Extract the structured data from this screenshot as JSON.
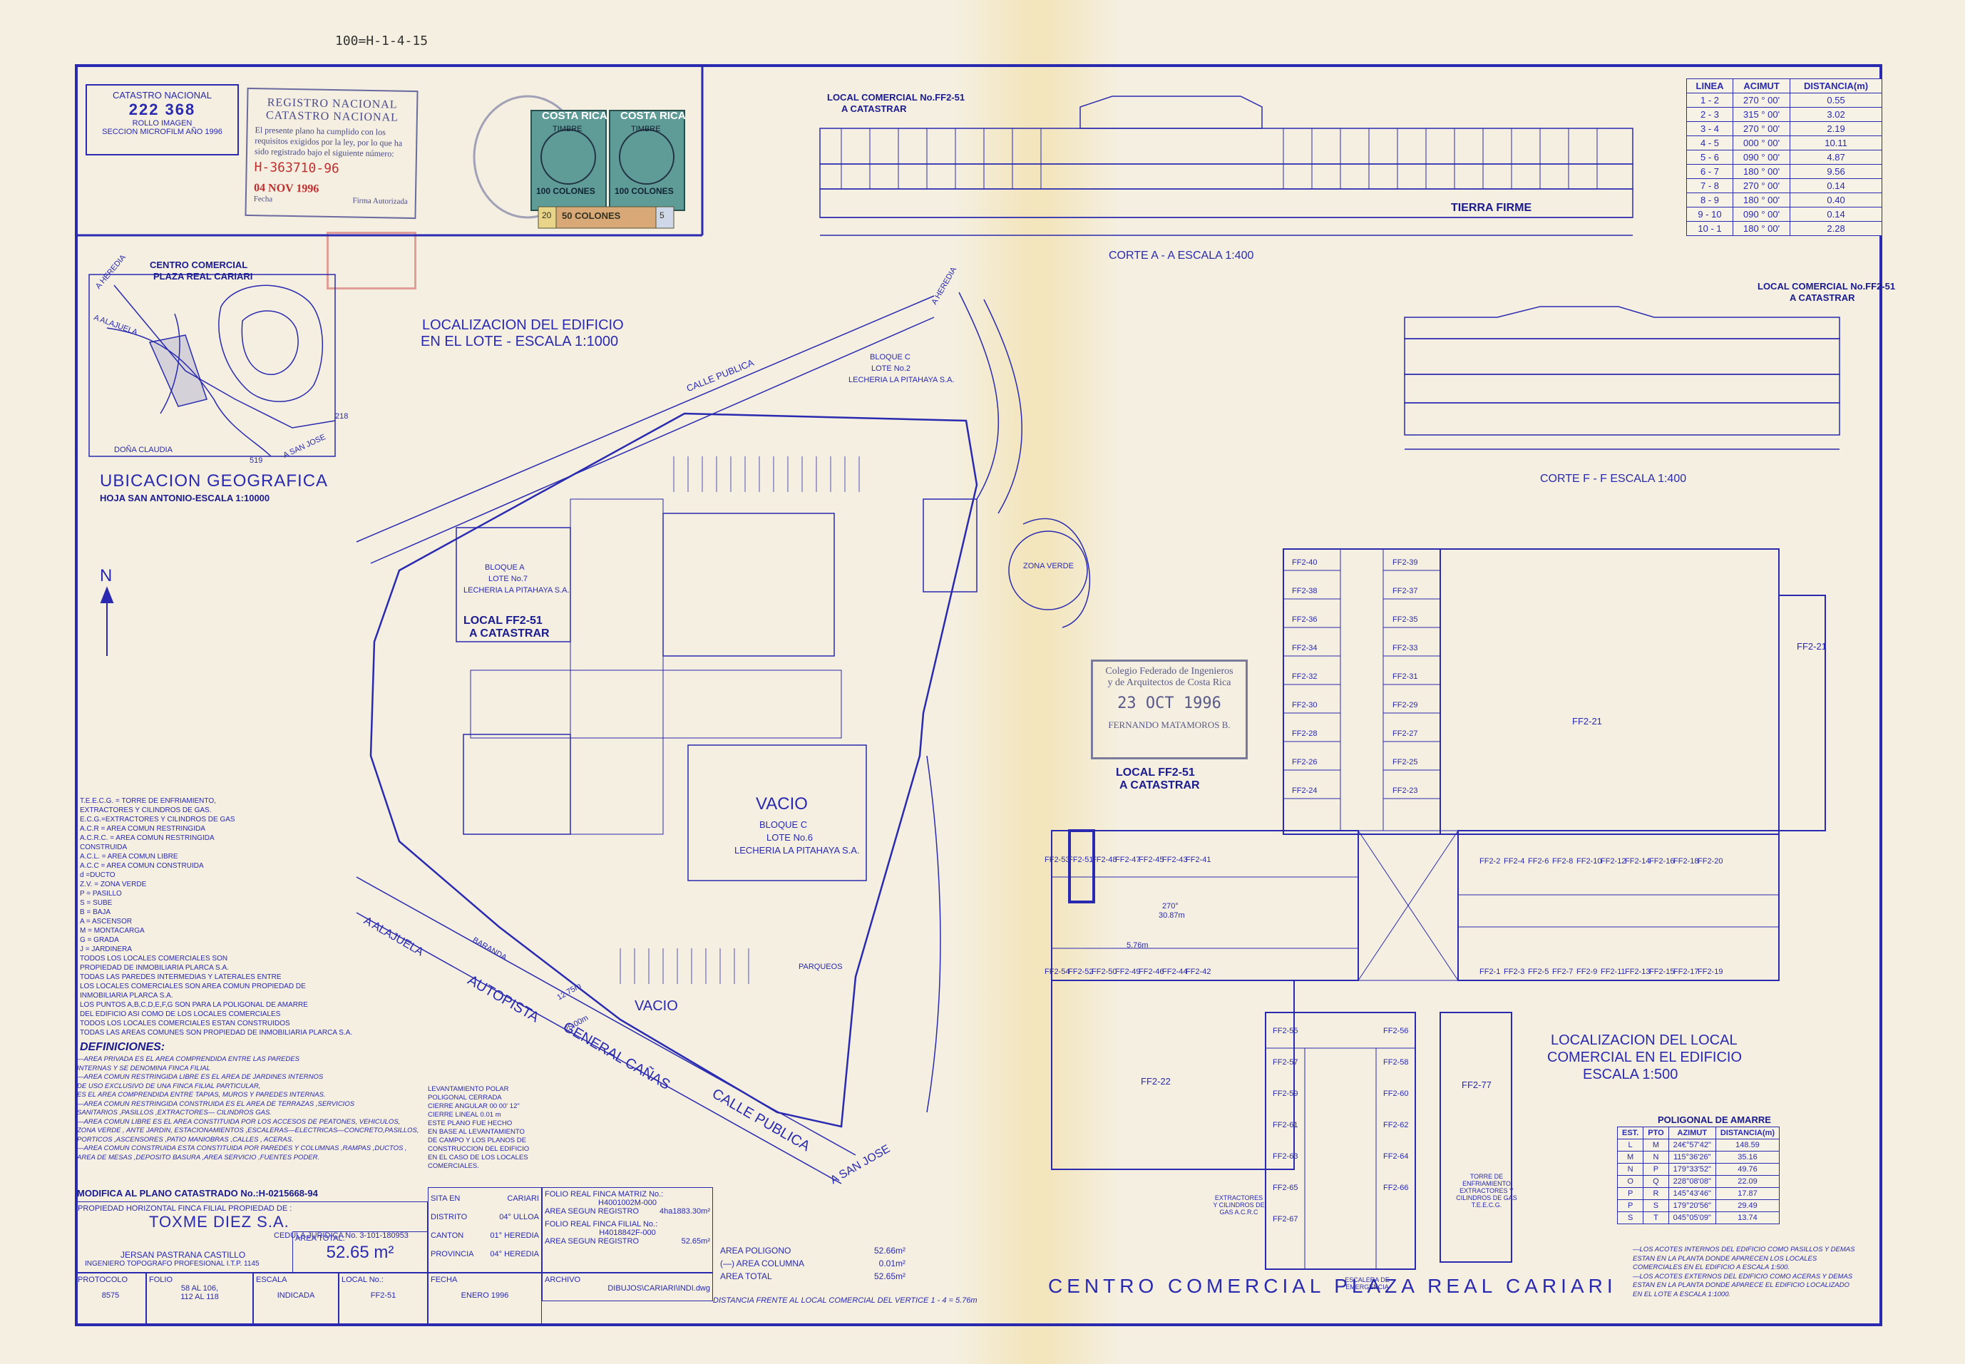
{
  "ref_number": "100=H-1-4-15",
  "catastro": {
    "heading": "CATASTRO NACIONAL",
    "number": "222 368",
    "line1": "ROLLO IMAGEN",
    "line2": "SECCION MICROFILM AÑO 1996"
  },
  "registro": {
    "heading1": "REGISTRO NACIONAL",
    "heading2": "CATASTRO NACIONAL",
    "body": "El presente plano ha cumplido con los requisitos exigidos por la ley, por lo que ha sido registrado bajo el siguiente número:",
    "number": "H-363710-96",
    "date": "04 NOV 1996",
    "date_label": "Fecha",
    "sign_label": "Firma Autorizada"
  },
  "stamps": {
    "country": "COSTA RICA",
    "timbre": "TIMBRE",
    "value1": "100 COLONES",
    "value2": "100 COLONES",
    "value3": "50 COLONES",
    "small1": "20",
    "small2": "5"
  },
  "corte_aa": {
    "top_label1": "LOCAL COMERCIAL No.FF2-51",
    "top_label2": "A CATASTRAR",
    "ground": "TIERRA FIRME",
    "caption": "CORTE   A - A      ESCALA 1:400"
  },
  "corte_ff": {
    "top_label1": "LOCAL COMERCIAL No.FF2-51",
    "top_label2": "A CATASTRAR",
    "caption": "CORTE   F - F        ESCALA 1:400"
  },
  "line_table": {
    "headers": [
      "LINEA",
      "ACIMUT",
      "DISTANCIA(m)"
    ],
    "rows": [
      [
        "1 - 2",
        "270 ° 00'",
        "0.55"
      ],
      [
        "2 - 3",
        "315 ° 00'",
        "3.02"
      ],
      [
        "3 - 4",
        "270 ° 00'",
        "2.19"
      ],
      [
        "4 - 5",
        "000 ° 00'",
        "10.11"
      ],
      [
        "5 - 6",
        "090 ° 00'",
        "4.87"
      ],
      [
        "6 - 7",
        "180 ° 00'",
        "9.56"
      ],
      [
        "7 - 8",
        "270 ° 00'",
        "0.14"
      ],
      [
        "8 - 9",
        "180 ° 00'",
        "0.40"
      ],
      [
        "9 - 10",
        "090 ° 00'",
        "0.14"
      ],
      [
        "10 - 1",
        "180 ° 00'",
        "2.28"
      ]
    ]
  },
  "ubicacion": {
    "center_label1": "CENTRO COMERCIAL",
    "center_label2": "PLAZA REAL CARIARI",
    "title": "UBICACION GEOGRAFICA",
    "subtitle": "HOJA SAN ANTONIO-ESCALA 1:10000",
    "road1": "A HEREDIA",
    "road2": "A ALAJUELA",
    "road3": "A SAN JOSE",
    "place": "DOÑA CLAUDIA",
    "n1": "218",
    "n2": "519"
  },
  "north": "N",
  "localizacion_lote": {
    "title1": "LOCALIZACION DEL EDIFICIO",
    "title2": "EN EL LOTE - ESCALA 1:1000",
    "local1": "LOCAL FF2-51",
    "local2": "A CATASTRAR",
    "calle_publica": "CALLE PUBLICA",
    "bloque_a1": "BLOQUE A",
    "bloque_a2": "LOTE No.7",
    "bloque_a3": "LECHERIA LA PITAHAYA S.A.",
    "bloque_b1": "BLOQUE C",
    "bloque_b2": "LOTE No.2",
    "bloque_b3": "LECHERIA LA PITAHAYA S.A.",
    "vacio_big": "VACIO",
    "bloque_c1": "BLOQUE C",
    "bloque_c2": "LOTE No.6",
    "bloque_c3": "LECHERIA LA PITAHAYA S.A.",
    "vacio2": "VACIO",
    "zona_verde": "ZONA VERDE",
    "parqueos": "PARQUEOS",
    "autopista": "AUTOPISTA",
    "general": "GENERAL  CAÑAS",
    "calle2": "CALLE  PUBLICA",
    "alajuela": "A ALAJUELA",
    "sanjose": "A SAN JOSE",
    "heredia": "A HEREDIA",
    "baranda": "BARANDA",
    "dim1": "12.75m",
    "dim2": "25.00m"
  },
  "legend": [
    "T.E.E.C.G. = TORRE DE ENFRIAMIENTO,",
    "EXTRACTORES Y CILINDROS DE GAS.",
    "E.C.G.=EXTRACTORES Y CILINDROS DE GAS",
    "A.C.R = AREA COMUN RESTRINGIDA",
    "A.C.R.C. = AREA COMUN RESTRINGIDA",
    "CONSTRUIDA",
    "A.C.L. = AREA COMUN LIBRE",
    "A.C.C = AREA COMUN CONSTRUIDA",
    "d =DUCTO",
    "Z.V. = ZONA VERDE",
    "P = PASILLO",
    "S = SUBE",
    "B = BAJA",
    "A = ASCENSOR",
    "M = MONTACARGA",
    "G = GRADA",
    "J = JARDINERA",
    "TODOS LOS LOCALES COMERCIALES SON",
    "PROPIEDAD DE INMOBILIARIA PLARCA S.A.",
    "TODAS LAS PAREDES INTERMEDIAS Y LATERALES ENTRE",
    "LOS LOCALES COMERCIALES SON AREA COMUN PROPIEDAD DE",
    "INMOBILIARIA PLARCA S.A.",
    "LOS PUNTOS A,B,C,D,E,F,G SON PARA LA POLIGONAL DE AMARRE",
    "DEL EDIFICIO ASI COMO DE LOS LOCALES COMERCIALES",
    "TODOS LOS LOCALES COMERCIALES ESTAN CONSTRUIDOS",
    "TODAS LAS AREAS COMUNES SON PROPIEDAD DE INMOBILIARIA PLARCA S.A."
  ],
  "definiciones": {
    "title": "DEFINICIONES:",
    "lines": [
      "—AREA PRIVADA ES EL AREA COMPRENDIDA ENTRE LAS PAREDES",
      "INTERNAS Y SE DENOMINA FINCA FILIAL",
      "—AREA COMUN RESTRINGIDA LIBRE ES EL AREA DE JARDINES INTERNOS",
      "DE USO EXCLUSIVO DE UNA FINCA FILIAL PARTICULAR,",
      "ES EL AREA COMPRENDIDA ENTRE TAPIAS, MUROS Y PAREDES INTERNAS.",
      "—AREA COMUN RESTRINGIDA CONSTRUIDA ES EL AREA DE TERRAZAS ,SERVICIOS",
      "SANITARIOS ,PASILLOS ,EXTRACTORES— CILINDROS GAS.",
      "—AREA COMUN LIBRE ES EL AREA CONSTITUIDA POR LOS ACCESOS DE PEATONES, VEHICULOS,",
      "ZONA VERDE , ANTE JARDIN, ESTACIONAMIENTOS ,ESCALERAS—ELECTRICAS—CONCRETO,PASILLOS,",
      "PORTICOS ,ASCENSORES ,PATIO MANIOBRAS ,CALLES , ACERAS.",
      "—AREA COMUN CONSTRUIDA ESTA CONSTITUIDA POR PAREDES Y COLUMNAS ,RAMPAS ,DUCTOS ,",
      "AREA DE MESAS ,DEPOSITO BASURA ,AREA SERVICIO ,FUENTES PODER."
    ]
  },
  "levantamiento": [
    "LEVANTAMIENTO POLAR",
    "POLIGONAL  CERRADA",
    "CIERRE ANGULAR  00 00' 12\"",
    "CIERRE LINEAL  0.01 m",
    "ESTE PLANO FUE HECHO",
    "EN BASE AL LEVANTAMIENTO",
    "DE CAMPO Y LOS PLANOS DE",
    "CONSTRUCCION DEL EDIFICIO",
    "EN EL CASO DE LOS LOCALES",
    "COMERCIALES."
  ],
  "colegio": {
    "line1": "Colegio Federado de Ingenieros",
    "line2": "y de Arquitectos de Costa Rica",
    "date": "23 OCT 1996",
    "name": "FERNANDO MATAMOROS B."
  },
  "floor_plan": {
    "local1": "LOCAL FF2-51",
    "local2": "A CATASTRAR",
    "ff221": "FF2-21",
    "ff222": "FF2-22",
    "ff277": "FF2-77",
    "title1": "LOCALIZACION DEL LOCAL",
    "title2": "COMERCIAL EN EL EDIFICIO",
    "title3": "ESCALA 1:500",
    "angle": "270°",
    "dim": "30.87m",
    "dim2": "5.76m",
    "torre": "TORRE DE ENFRIAMIENTO EXTRACTORES Y CILINDROS DE GAS T.E.E.C.G.",
    "extractores": "EXTRACTORES Y CILINDROS DE GAS A.C.R.C",
    "escalera": "ESCALERA DE EMERGENCIA",
    "top_row": [
      "FF2-53",
      "FF2-51",
      "FF2-48",
      "FF2-47",
      "FF2-45",
      "FF2-43",
      "FF2-41"
    ],
    "bot_row": [
      "FF2-54",
      "FF2-52",
      "FF2-50",
      "FF2-49",
      "FF2-46",
      "FF2-44",
      "FF2-42"
    ],
    "right_top": [
      "FF2-2",
      "FF2-4",
      "FF2-6",
      "FF2-8",
      "FF2-10",
      "FF2-12",
      "FF2-14",
      "FF2-16",
      "FF2-18",
      "FF2-20"
    ],
    "right_bot": [
      "FF2-1",
      "FF2-3",
      "FF2-5",
      "FF2-7",
      "FF2-9",
      "FF2-11",
      "FF2-13",
      "FF2-15",
      "FF2-17",
      "FF2-19"
    ],
    "left_col": [
      "FF2-40",
      "FF2-38",
      "FF2-36",
      "FF2-34",
      "FF2-32",
      "FF2-30",
      "FF2-28",
      "FF2-26",
      "FF2-24"
    ],
    "mid_col": [
      "FF2-39",
      "FF2-37",
      "FF2-35",
      "FF2-33",
      "FF2-31",
      "FF2-29",
      "FF2-27",
      "FF2-25",
      "FF2-23"
    ],
    "low_left": [
      "FF2-55",
      "FF2-57",
      "FF2-59",
      "FF2-61",
      "FF2-63",
      "FF2-65",
      "FF2-67"
    ],
    "low_right": [
      "FF2-56",
      "FF2-58",
      "FF2-60",
      "FF2-62",
      "FF2-64",
      "FF2-66"
    ]
  },
  "poligonal": {
    "title": "POLIGONAL DE AMARRE",
    "headers": [
      "EST.",
      "PTO",
      "AZIMUT",
      "DISTANCIA(m)"
    ],
    "rows": [
      [
        "L",
        "M",
        "24€°57'42\"",
        "148.59"
      ],
      [
        "M",
        "N",
        "115°36'26\"",
        "35.16"
      ],
      [
        "N",
        "P",
        "179°33'52\"",
        "49.76"
      ],
      [
        "O",
        "Q",
        "228°08'08\"",
        "22.09"
      ],
      [
        "P",
        "R",
        "145°43'46\"",
        "17.87"
      ],
      [
        "P",
        "S",
        "179°20'56\"",
        "29.49"
      ],
      [
        "S",
        "T",
        "045°05'09\"",
        "13.74"
      ]
    ]
  },
  "notes_right": [
    "—LOS ACOTES INTERNOS DEL EDIFICIO COMO PASILLOS Y DEMAS",
    "ESTAN EN LA PLANTA DONDE APARECEN LOS LOCALES",
    "COMERCIALES EN EL EDIFICIO A ESCALA 1:500.",
    "—LOS ACOTES EXTERNOS DEL EDIFICIO COMO ACERAS Y DEMAS",
    "ESTAN EN LA PLANTA DONDE APARECE EL EDIFICIO LOCALIZADO",
    "EN EL LOTE A ESCALA 1:1000."
  ],
  "main_title": "CENTRO COMERCIAL PLAZA REAL CARIARI",
  "title_block": {
    "modifica": "MODIFICA AL PLANO CATASTRADO No.:H-0215668-94",
    "propiedad_label": "PROPIEDAD HORIZONTAL FINCA FILIAL PROPIEDAD DE :",
    "owner": "TOXME DIEZ S.A.",
    "cedula": "CEDULA JURIDICA No. 3-101-180953",
    "area_total_label": "AREA TOTAL:",
    "area_total": "52.65 m²",
    "engineer": "JERSAN PASTRANA CASTILLO",
    "engineer_title": "INGENIERO TOPOGRAFO PROFESIONAL I.T.P. 1145",
    "protocolo_label": "PROTOCOLO",
    "protocolo": "8575",
    "folio_label": "FOLIO",
    "folio1": "58 AL 106,",
    "folio2": "112 AL 118",
    "escala_label": "ESCALA",
    "escala": "INDICADA",
    "local_label": "LOCAL No.:",
    "local": "FF2-51",
    "sita_label": "SITA EN",
    "sita": "CARIARI",
    "distrito_label": "DISTRITO",
    "distrito": "04° ULLOA",
    "canton_label": "CANTON",
    "canton": "01° HEREDIA",
    "provincia_label": "PROVINCIA",
    "provincia": "04° HEREDIA",
    "fecha_label": "FECHA",
    "fecha": "ENERO 1996",
    "folio_matriz_label": "FOLIO REAL FINCA MATRIZ No.:",
    "folio_matriz": "H4001002M-000",
    "area_seg1_label": "AREA SEGUN REGISTRO",
    "area_seg1": "4ha1883.30m²",
    "folio_filial_label": "FOLIO REAL FINCA FILIAL No.:",
    "folio_filial": "H4018842F-000",
    "area_seg2_label": "AREA SEGUN REGISTRO",
    "area_seg2": "52.65m²",
    "archivo_label": "ARCHIVO",
    "archivo": "DIBUJOS\\CARIARI\\INDI.dwg",
    "area_poligono_label": "AREA POLIGONO",
    "area_poligono": "52.66m²",
    "area_columna_label": "(—) AREA COLUMNA",
    "area_columna": "0.01m²",
    "area_total2_label": "AREA TOTAL",
    "area_total2": "52.65m²",
    "distancia": "DISTANCIA FRENTE AL LOCAL COMERCIAL DEL VERTICE 1 - 4 = 5.76m"
  }
}
